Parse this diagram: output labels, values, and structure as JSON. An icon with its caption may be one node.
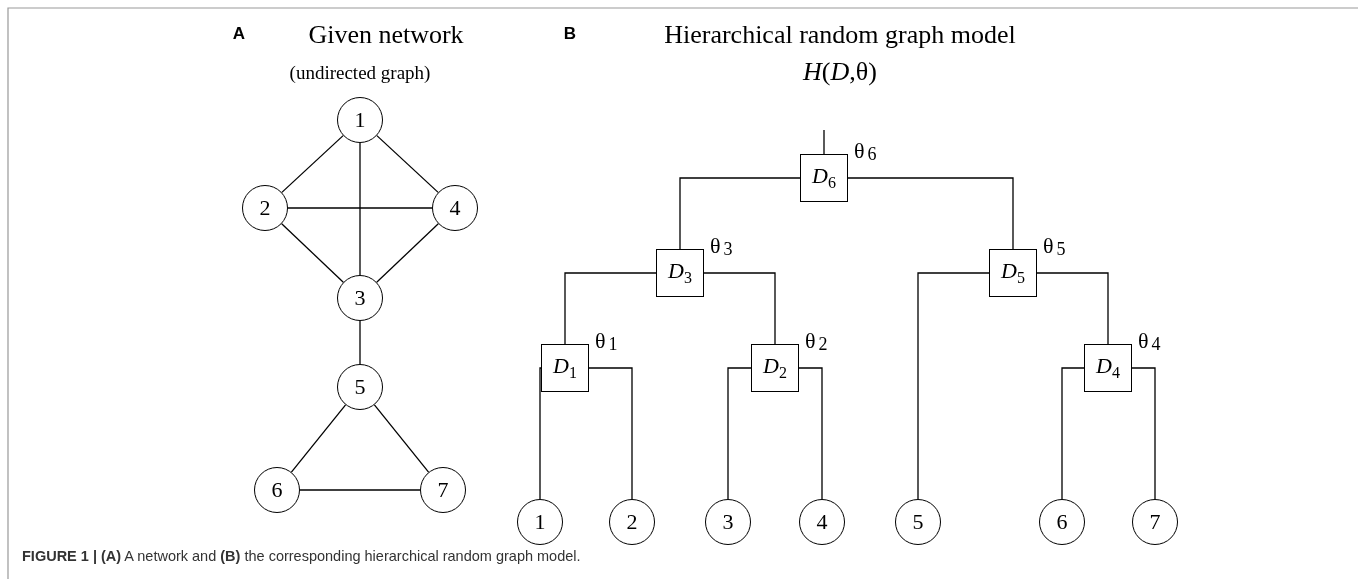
{
  "diagram": {
    "caption": "**FIGURE 1 | (A)** A network and **(B)** the corresponding hierarchical random graph model.",
    "nodes": [
      {
        "text": [
          "1"
        ]
      },
      {
        "text": [
          "2"
        ]
      },
      {
        "text": [
          "4"
        ]
      },
      {
        "text": [
          "3"
        ]
      },
      {
        "text": [
          "5"
        ]
      },
      {
        "text": [
          "6"
        ]
      },
      {
        "text": [
          "7"
        ]
      },
      {
        "text": [
          "*D*$_{6}$"
        ],
        "beside": [
          "θ$_{6}$"
        ]
      },
      {
        "text": [
          "*D*$_{3}$"
        ],
        "beside": [
          "θ$_{3}$"
        ]
      },
      {
        "text": [
          "*D*$_{5}$"
        ],
        "beside": [
          "θ$_{5}$"
        ]
      },
      {
        "text": [
          "*D*$_{1}$"
        ],
        "beside": [
          "θ$_{1}$"
        ]
      },
      {
        "text": [
          "*D*$_{2}$"
        ],
        "beside": [
          "θ$_{2}$"
        ]
      },
      {
        "text": [
          "*D*$_{4}$"
        ],
        "beside": [
          "θ$_{4}$"
        ]
      },
      {
        "text": [
          "1"
        ]
      },
      {
        "text": [
          "2"
        ]
      },
      {
        "text": [
          "3"
        ]
      },
      {
        "text": [
          "4"
        ]
      },
      {
        "text": [
          "5"
        ]
      },
      {
        "text": [
          "6"
        ]
      },
      {
        "text": [
          "7"
        ]
      }
    ],
    "edges": [
      {
        "from": 0,
        "to": 1,
        "arrow": "none"
      },
      {
        "from": 0,
        "to": 2,
        "arrow": "none"
      },
      {
        "from": 0,
        "to": 3,
        "arrow": "none"
      },
      {
        "from": 1,
        "to": 2,
        "arrow": "none"
      },
      {
        "from": 1,
        "to": 3,
        "arrow": "none"
      },
      {
        "from": 2,
        "to": 3,
        "arrow": "none"
      },
      {
        "from": 3,
        "to": 4,
        "arrow": "none"
      },
      {
        "from": 4,
        "to": 5,
        "arrow": "none"
      },
      {
        "from": 4,
        "to": 6,
        "arrow": "none"
      },
      {
        "from": 5,
        "to": 6,
        "arrow": "none"
      },
      {
        "from": null,
        "to": 7,
        "arrow": "none"
      },
      {
        "from": 7,
        "to": 8,
        "arrow": "none"
      },
      {
        "from": 7,
        "to": 9,
        "arrow": "none"
      },
      {
        "from": 8,
        "to": 10,
        "arrow": "none"
      },
      {
        "from": 8,
        "to": 11,
        "arrow": "none"
      },
      {
        "from": 9,
        "to": 17,
        "arrow": "none"
      },
      {
        "from": 9,
        "to": 12,
        "arrow": "none"
      },
      {
        "from": 10,
        "to": 13,
        "arrow": "none"
      },
      {
        "from": 10,
        "to": 14,
        "arrow": "none"
      },
      {
        "from": 11,
        "to": 15,
        "arrow": "none"
      },
      {
        "from": 11,
        "to": 16,
        "arrow": "none"
      },
      {
        "from": 12,
        "to": 18,
        "arrow": "none"
      },
      {
        "from": 12,
        "to": 19,
        "arrow": "none"
      }
    ],
    "labels": [
      "A",
      "Given network",
      "(undirected graph)",
      "B",
      "Hierarchical random graph model",
      "*H*(*D*,θ)"
    ]
  }
}
